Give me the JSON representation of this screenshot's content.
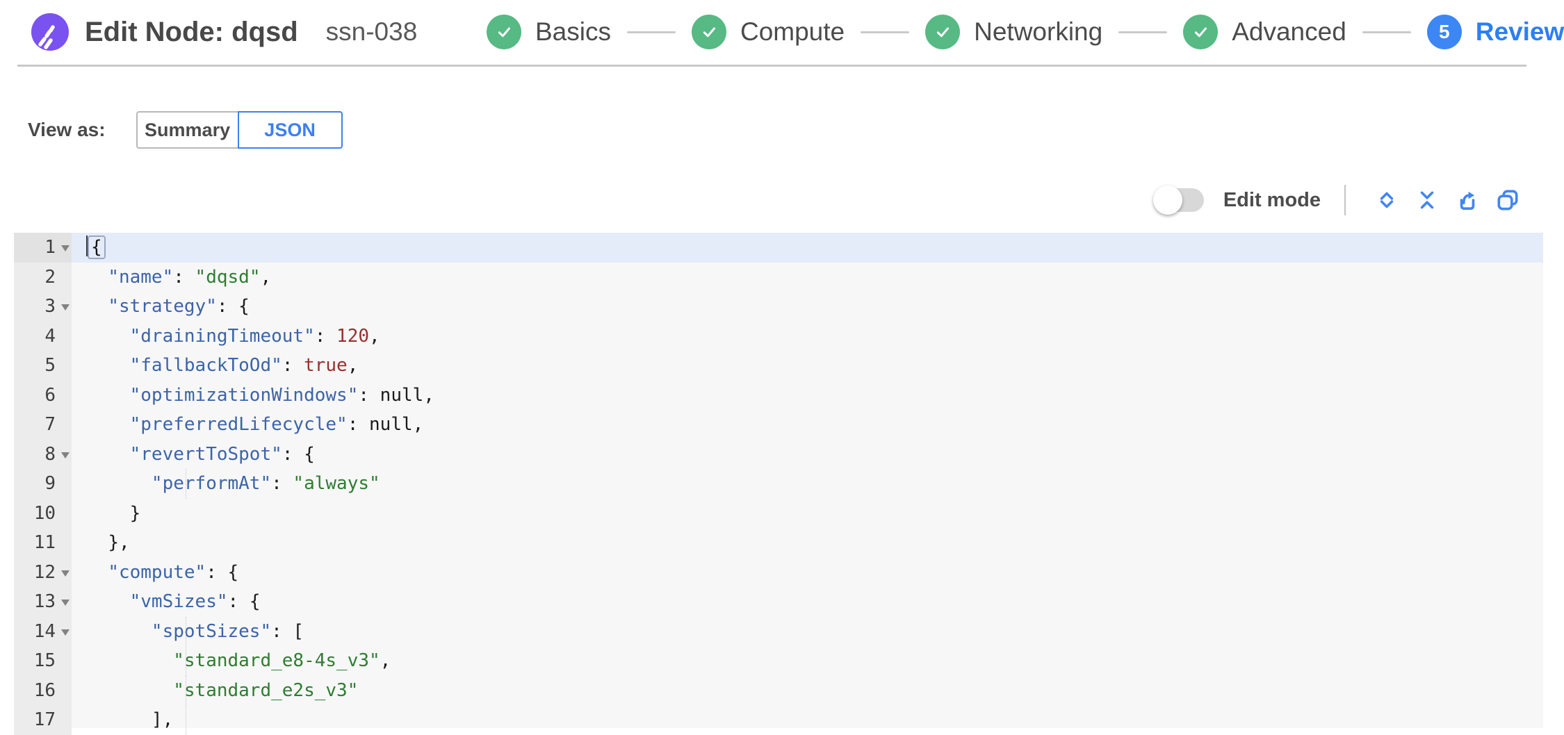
{
  "header": {
    "logo": "spot-logo",
    "title": "Edit Node: dqsd",
    "node_id": "ssn-038",
    "steps": [
      {
        "label": "Basics",
        "state": "done"
      },
      {
        "label": "Compute",
        "state": "done"
      },
      {
        "label": "Networking",
        "state": "done"
      },
      {
        "label": "Advanced",
        "state": "done"
      },
      {
        "label": "Review",
        "state": "active",
        "number": "5"
      }
    ]
  },
  "view_as": {
    "label": "View as:",
    "options": [
      {
        "label": "Summary",
        "active": false
      },
      {
        "label": "JSON",
        "active": true
      }
    ]
  },
  "toolbar": {
    "edit_mode_label": "Edit mode",
    "edit_mode_enabled": false,
    "icons": [
      "expand-all-icon",
      "collapse-all-icon",
      "export-icon",
      "copy-icon"
    ]
  },
  "colors": {
    "logo_purple": "#7a52f0",
    "step_green": "#57b983",
    "accent_blue": "#3d7ff2",
    "icon_blue": "#4285f4",
    "key_blue": "#3c64a8",
    "string_green": "#2e7d32",
    "number_red": "#98302e"
  },
  "editor": {
    "active_line": 1,
    "lines": [
      {
        "n": 1,
        "fold": true,
        "active": true,
        "cursor": true,
        "tokens": [
          [
            "m",
            "{"
          ]
        ]
      },
      {
        "n": 2,
        "tokens": [
          [
            "w",
            "  "
          ],
          [
            "k",
            "\"name\""
          ],
          [
            "p",
            ": "
          ],
          [
            "s",
            "\"dqsd\""
          ],
          [
            "p",
            ","
          ]
        ]
      },
      {
        "n": 3,
        "fold": true,
        "tokens": [
          [
            "w",
            "  "
          ],
          [
            "k",
            "\"strategy\""
          ],
          [
            "p",
            ": {"
          ]
        ]
      },
      {
        "n": 4,
        "tokens": [
          [
            "w",
            "    "
          ],
          [
            "k",
            "\"drainingTimeout\""
          ],
          [
            "p",
            ": "
          ],
          [
            "n",
            "120"
          ],
          [
            "p",
            ","
          ]
        ]
      },
      {
        "n": 5,
        "tokens": [
          [
            "w",
            "    "
          ],
          [
            "k",
            "\"fallbackToOd\""
          ],
          [
            "p",
            ": "
          ],
          [
            "t",
            "true"
          ],
          [
            "p",
            ","
          ]
        ]
      },
      {
        "n": 6,
        "tokens": [
          [
            "w",
            "    "
          ],
          [
            "k",
            "\"optimizationWindows\""
          ],
          [
            "p",
            ": "
          ],
          [
            "u",
            "null"
          ],
          [
            "p",
            ","
          ]
        ]
      },
      {
        "n": 7,
        "tokens": [
          [
            "w",
            "    "
          ],
          [
            "k",
            "\"preferredLifecycle\""
          ],
          [
            "p",
            ": "
          ],
          [
            "u",
            "null"
          ],
          [
            "p",
            ","
          ]
        ]
      },
      {
        "n": 8,
        "fold": true,
        "tokens": [
          [
            "w",
            "    "
          ],
          [
            "k",
            "\"revertToSpot\""
          ],
          [
            "p",
            ": {"
          ]
        ]
      },
      {
        "n": 9,
        "guide": true,
        "tokens": [
          [
            "w",
            "      "
          ],
          [
            "k",
            "\"performAt\""
          ],
          [
            "p",
            ": "
          ],
          [
            "s",
            "\"always\""
          ]
        ]
      },
      {
        "n": 10,
        "tokens": [
          [
            "w",
            "    "
          ],
          [
            "p",
            "}"
          ]
        ]
      },
      {
        "n": 11,
        "tokens": [
          [
            "w",
            "  "
          ],
          [
            "p",
            "},"
          ]
        ]
      },
      {
        "n": 12,
        "fold": true,
        "tokens": [
          [
            "w",
            "  "
          ],
          [
            "k",
            "\"compute\""
          ],
          [
            "p",
            ": {"
          ]
        ]
      },
      {
        "n": 13,
        "fold": true,
        "tokens": [
          [
            "w",
            "    "
          ],
          [
            "k",
            "\"vmSizes\""
          ],
          [
            "p",
            ": {"
          ]
        ]
      },
      {
        "n": 14,
        "fold": true,
        "guide": true,
        "tokens": [
          [
            "w",
            "      "
          ],
          [
            "k",
            "\"spotSizes\""
          ],
          [
            "p",
            ": ["
          ]
        ]
      },
      {
        "n": 15,
        "guide": true,
        "tokens": [
          [
            "w",
            "        "
          ],
          [
            "s",
            "\"standard_e8-4s_v3\""
          ],
          [
            "p",
            ","
          ]
        ]
      },
      {
        "n": 16,
        "guide": true,
        "tokens": [
          [
            "w",
            "        "
          ],
          [
            "s",
            "\"standard_e2s_v3\""
          ]
        ]
      },
      {
        "n": 17,
        "guide": true,
        "tokens": [
          [
            "w",
            "      "
          ],
          [
            "p",
            "],"
          ]
        ]
      }
    ]
  }
}
